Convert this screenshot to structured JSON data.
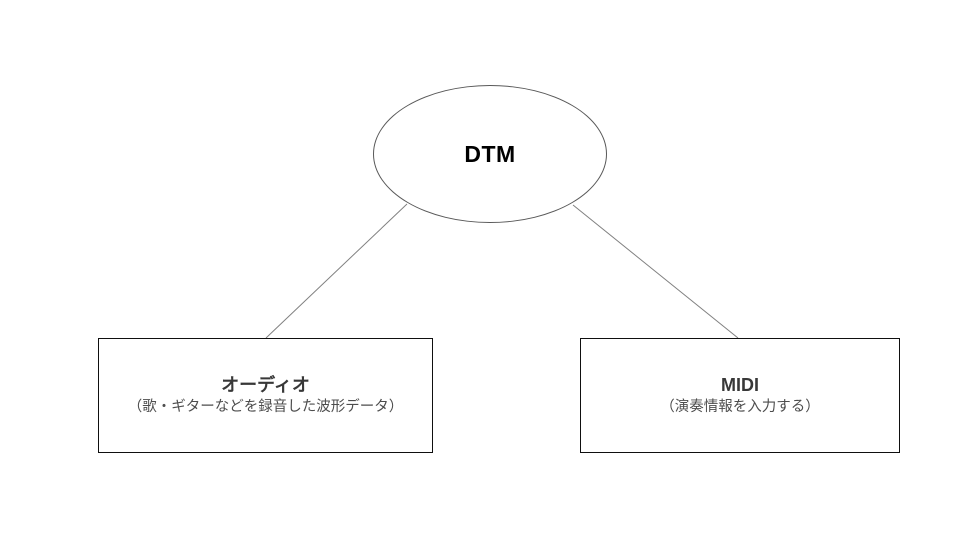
{
  "diagram": {
    "root": {
      "label": "DTM"
    },
    "nodes": [
      {
        "id": "audio",
        "title": "オーディオ",
        "subtitle": "（歌・ギターなどを録音した波形データ）"
      },
      {
        "id": "midi",
        "title": "MIDI",
        "subtitle": "（演奏情報を入力する）"
      }
    ],
    "colors": {
      "background": "#ffffff",
      "ellipse_border": "#595959",
      "box_border": "#0f0f0f",
      "connector_line": "#808080",
      "root_text": "#000000",
      "node_title_text": "#383838",
      "node_subtitle_text": "#4d4d4d"
    }
  }
}
